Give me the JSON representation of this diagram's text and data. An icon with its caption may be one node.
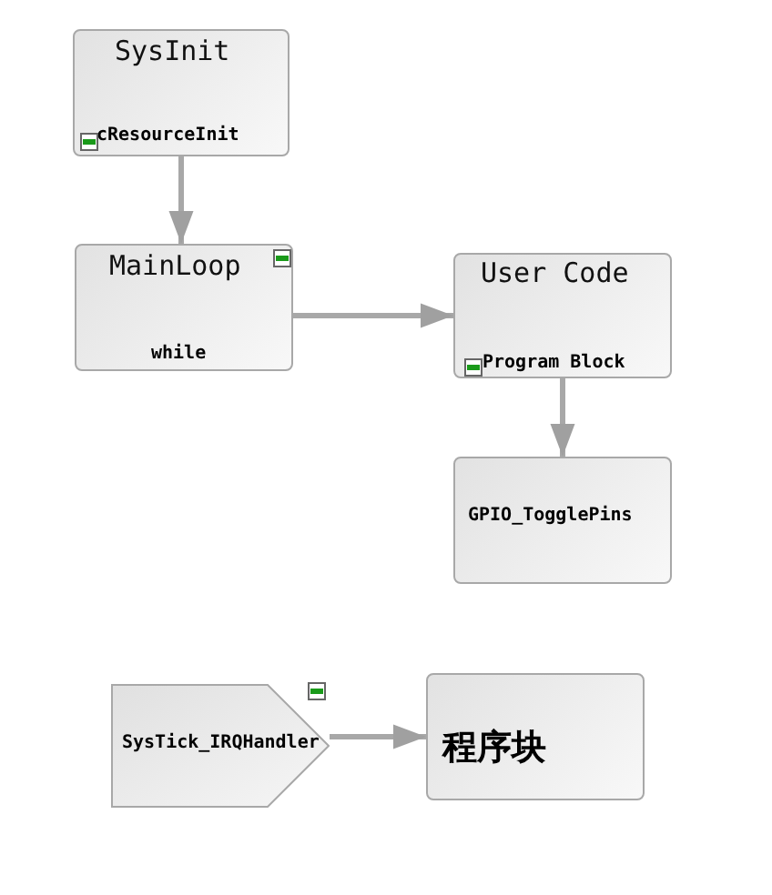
{
  "diagram": {
    "nodes": [
      {
        "text": [
          "SysInit",
          "cResourceInit"
        ]
      },
      {
        "text": [
          "MainLoop",
          "while"
        ]
      },
      {
        "text": [
          "User Code",
          "Program Block"
        ]
      },
      {
        "text": [
          "GPIO_TogglePins"
        ]
      },
      {
        "text": [
          "SysTick_IRQHandler"
        ]
      },
      {
        "text": [
          "程序块"
        ]
      }
    ],
    "edges": [
      {
        "from": 0,
        "to": 1,
        "arrow": "to"
      },
      {
        "from": 1,
        "to": 2,
        "arrow": "to"
      },
      {
        "from": 2,
        "to": 3,
        "arrow": "to"
      },
      {
        "from": 4,
        "to": 5,
        "arrow": "to"
      }
    ]
  }
}
